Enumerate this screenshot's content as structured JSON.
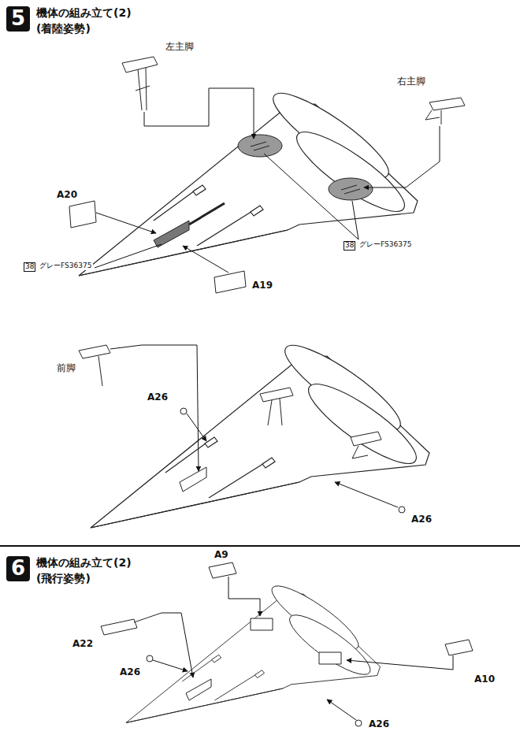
{
  "diagram": {
    "labels": [
      "5",
      "機体の組み立て(2)",
      "(着陸姿勢)",
      "左主脚",
      "右主脚",
      "A20",
      "38",
      "グレーFS36375",
      "38",
      "グレーFS36375",
      "A19",
      "前脚",
      "A26",
      "A26",
      "6",
      "機体の組み立て(2)",
      "(飛行姿勢)",
      "A9",
      "A22",
      "A26",
      "A10",
      "A26"
    ]
  }
}
